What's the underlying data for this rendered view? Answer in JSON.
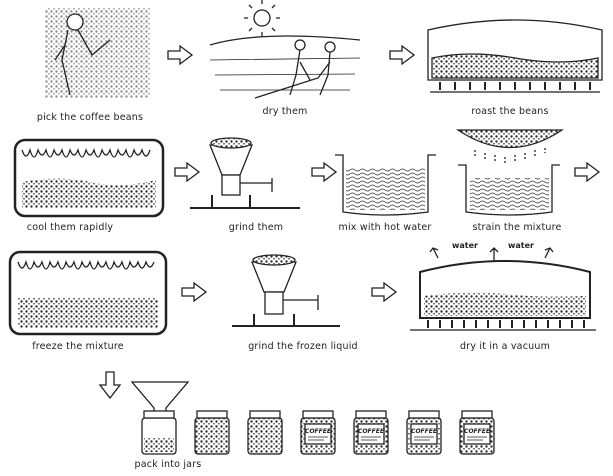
{
  "steps": [
    {
      "label": "pick the coffee beans"
    },
    {
      "label": "dry them"
    },
    {
      "label": "roast the beans"
    },
    {
      "label": "cool them rapidly"
    },
    {
      "label": "grind them"
    },
    {
      "label": "mix with hot water"
    },
    {
      "label": "strain the mixture"
    },
    {
      "label": "freeze the mixture"
    },
    {
      "label": "grind the frozen liquid"
    },
    {
      "label": "dry it in a vacuum"
    },
    {
      "label": "pack into jars"
    }
  ],
  "vacuum_annotations": [
    "water",
    "water"
  ],
  "jar_label": "COFFEE",
  "jar_count": 7,
  "labeled_jar_from": 4,
  "ink_color": "#222222"
}
